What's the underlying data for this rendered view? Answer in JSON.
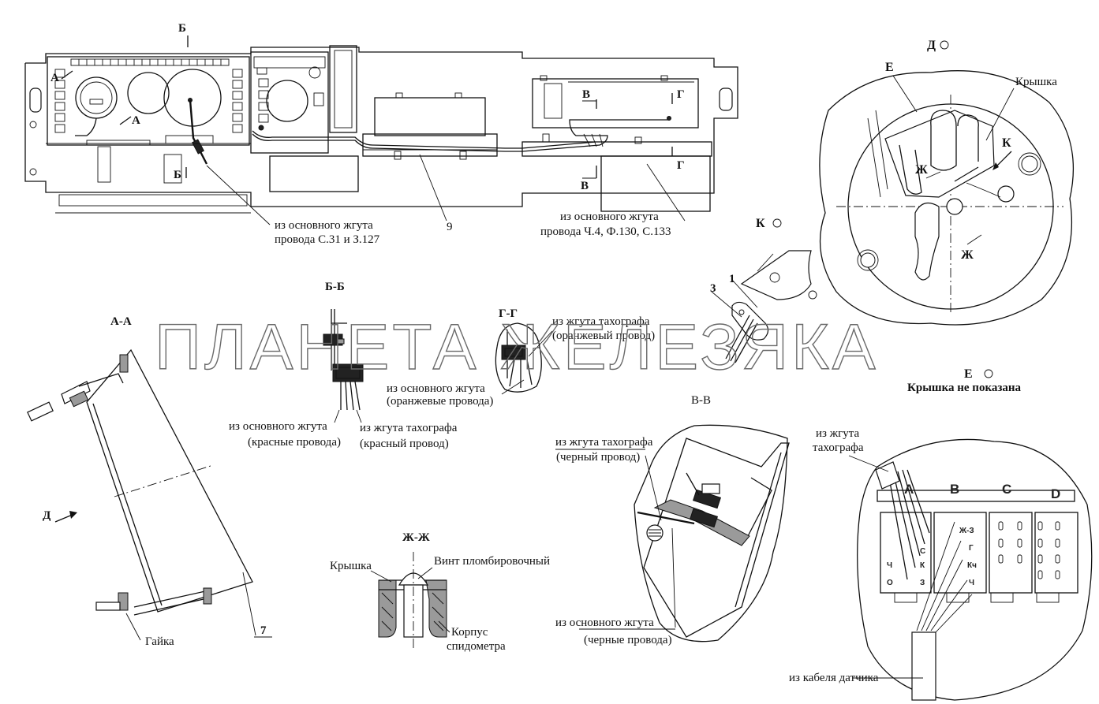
{
  "watermark": "ПЛАНЕТА ЖЕЛЕЗЯКА",
  "panel_markers": {
    "b_top": "Б",
    "b_bottom": "Б",
    "a_upper": "А",
    "a_lower": "А",
    "v_top": "В",
    "v_bottom": "В",
    "g_top": "Г",
    "g_bottom": "Г"
  },
  "panel_callouts": {
    "left_harness": [
      "из основного жгута",
      "провода С.31 и З.127"
    ],
    "item_9": "9",
    "right_harness": [
      "из основного жгута",
      "провода Ч.4, Ф.130, С.133"
    ]
  },
  "view_d": {
    "title": "Д",
    "lid": "Крышка",
    "e": "Е",
    "k": "К",
    "zh1": "Ж",
    "zh2": "Ж"
  },
  "view_k": {
    "title": "К",
    "num1": "1",
    "num3": "3"
  },
  "view_e": {
    "title": "Е",
    "note": "Крышка не показана"
  },
  "section_aa": {
    "title": "А-А",
    "d_arrow": "Д",
    "nut": "Гайка",
    "item_7": "7"
  },
  "section_bb": {
    "title": "Б-Б",
    "left_label": [
      "из основного жгута",
      "(красные провода)"
    ],
    "right_label": [
      "из жгута тахографа",
      "(красный провод)"
    ]
  },
  "section_gg": {
    "title": "Г-Г",
    "top_label": [
      "из жгута тахографа",
      "(оранжевый провод)"
    ],
    "bottom_label": [
      "из основного жгута",
      "(оранжевые провода)"
    ]
  },
  "section_zhzh": {
    "title": "Ж-Ж",
    "lid": "Крышка",
    "screw": "Винт пломбировочный",
    "housing": [
      "Корпус",
      "спидометра"
    ]
  },
  "section_vv": {
    "title": "В-В",
    "top_label": [
      "из жгута тахографа",
      "(черный провод)"
    ],
    "bottom_label": [
      "из основного жгута",
      "(черные провода)"
    ]
  },
  "connector_view": {
    "top_label": [
      "из жгута",
      "тахографа"
    ],
    "columns": [
      "A",
      "B",
      "C",
      "D"
    ],
    "a_pins": [
      "С",
      "Ч",
      "К",
      "О",
      "З"
    ],
    "b_pins": [
      "Ж-З",
      "Г",
      "Кч",
      "Ч"
    ],
    "bottom_label": "из кабеля датчика"
  }
}
